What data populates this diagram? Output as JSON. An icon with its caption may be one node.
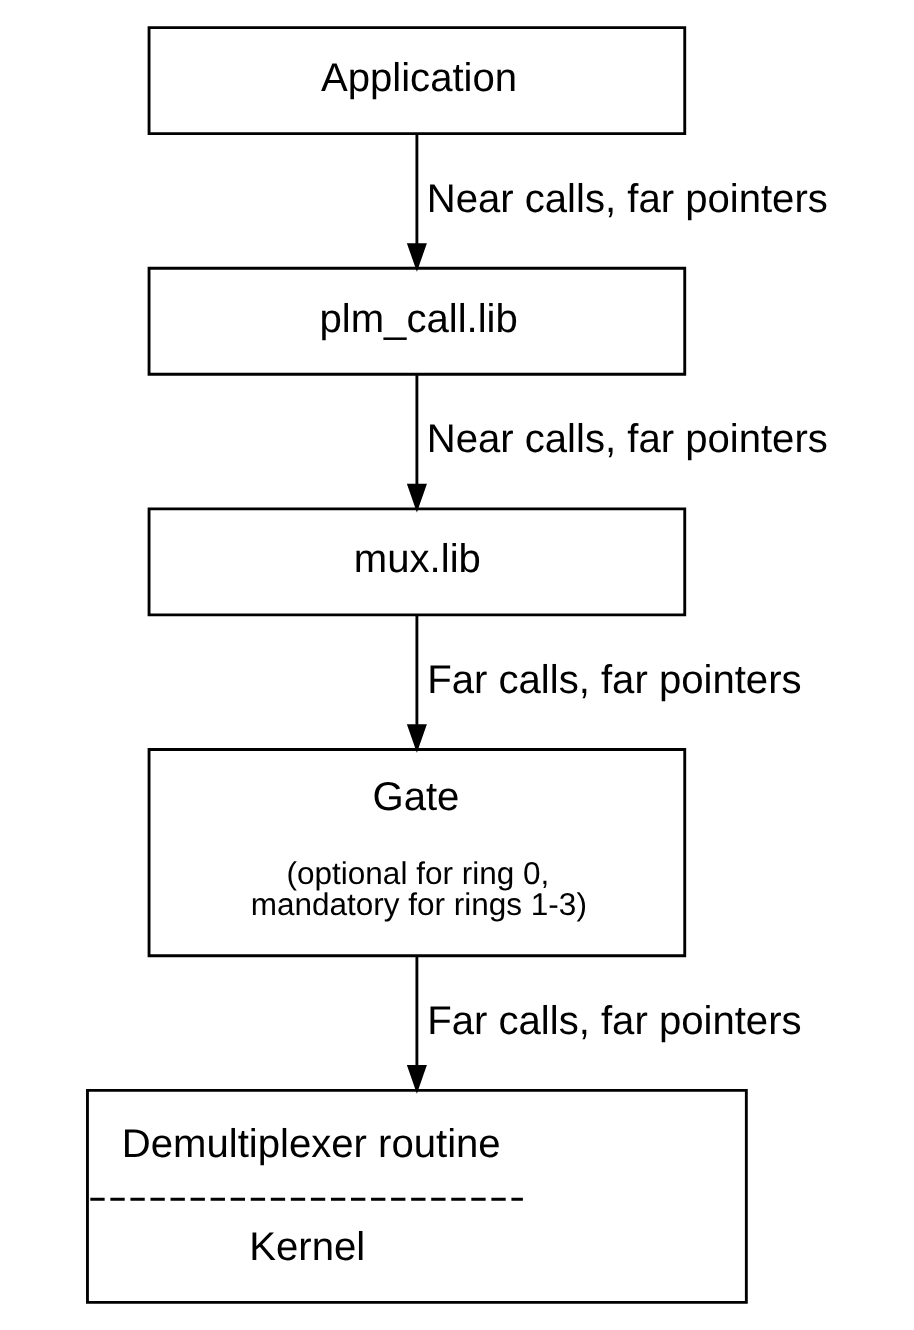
{
  "diagram": {
    "nodes": [
      {
        "text": [
          "Application"
        ]
      },
      {
        "text": [
          "plm_call.lib"
        ]
      },
      {
        "text": [
          "mux.lib"
        ]
      },
      {
        "text": [
          "Gate",
          "(optional for ring 0, mandatory for rings 1-3)"
        ]
      },
      {
        "text": [
          "Demultiplexer routine",
          "Kernel"
        ]
      }
    ],
    "edges": [
      {
        "from": 0,
        "to": 1,
        "arrow": "to",
        "label": "Near calls, far pointers"
      },
      {
        "from": 1,
        "to": 2,
        "arrow": "to",
        "label": "Near calls, far pointers"
      },
      {
        "from": 2,
        "to": 3,
        "arrow": "to",
        "label": "Far calls, far pointers"
      },
      {
        "from": 3,
        "to": 4,
        "arrow": "to",
        "label": "Far calls, far pointers"
      }
    ]
  }
}
